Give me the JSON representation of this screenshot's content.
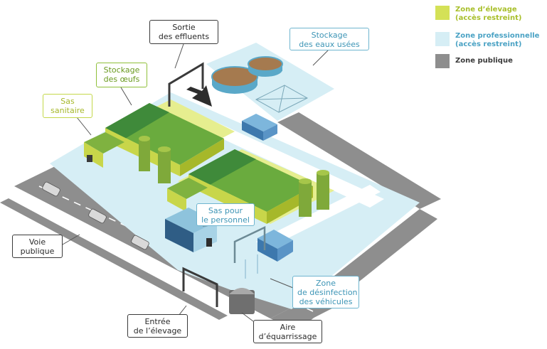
{
  "legend": [
    {
      "line1": "Zone d’élevage",
      "line2": "(accès restreint)",
      "color": "#d4e157",
      "text_color": "#a8bf2a"
    },
    {
      "line1": "Zone professionnelle",
      "line2": "(accès restreint)",
      "color": "#d6eef5",
      "text_color": "#4aa2c4"
    },
    {
      "line1": "Zone publique",
      "line2": "",
      "color": "#8e8e8e",
      "text_color": "#3a3a3a"
    }
  ],
  "labels": {
    "sortie": {
      "line1": "Sortie",
      "line2": "des effluents"
    },
    "stockage_eaux": {
      "line1": "Stockage",
      "line2": "des eaux usées"
    },
    "stockage_oeufs": {
      "line1": "Stockage",
      "line2": "des œufs"
    },
    "sas_sanitaire": {
      "line1": "Sas",
      "line2": "sanitaire"
    },
    "sas_personnel": {
      "line1": "Sas pour",
      "line2": "le personnel"
    },
    "voie_publique": {
      "line1": "Voie",
      "line2": "publique"
    },
    "zone_desinfection": {
      "line1": "Zone",
      "line2": "de désinfection",
      "line3": "des véhicules"
    },
    "entree": {
      "line1": "Entrée",
      "line2": "de l’élevage"
    },
    "aire": {
      "line1": "Aire",
      "line2": "d’équarrissage"
    }
  },
  "colors": {
    "public_zone": "#8e8e8e",
    "professional_zone": "#d6eef5",
    "breeding_zone": "#d4e157",
    "roof_dark": "#3f8a3a",
    "roof_light": "#6aab3e",
    "wall_green": "#c8d64a",
    "silo": "#7fa93a",
    "water": "#a57a4f",
    "truck": "#4a86b8"
  }
}
